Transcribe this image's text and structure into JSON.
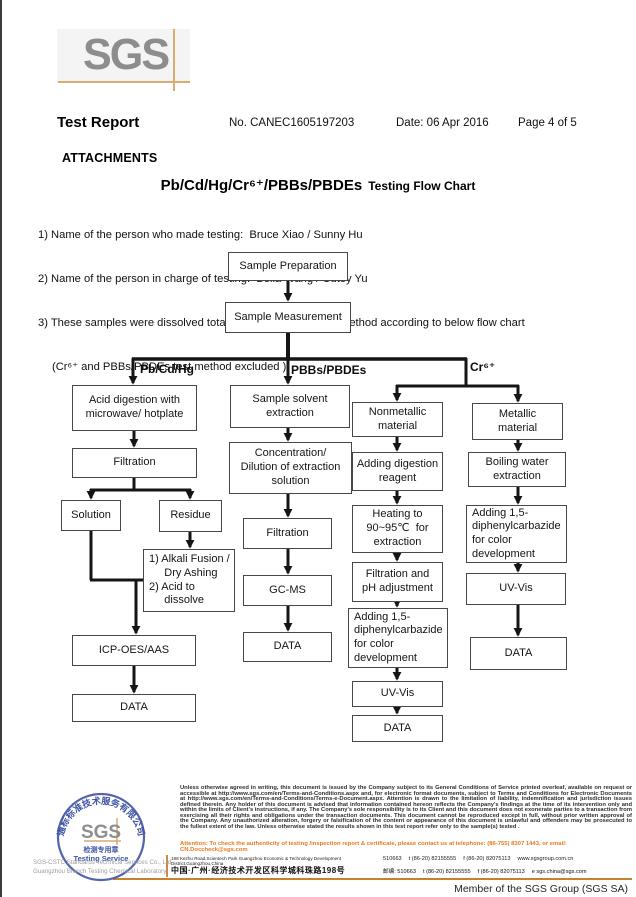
{
  "header": {
    "logo": "SGS",
    "title": "Test Report",
    "report_no": "No. CANEC1605197203",
    "date": "Date: 06 Apr 2016",
    "page": "Page 4 of 5"
  },
  "attachments": {
    "heading": "ATTACHMENTS",
    "flow_title": "Pb/Cd/Hg/Cr⁶⁺/PBBs/PBDEs",
    "flow_title_suffix": "Testing Flow Chart",
    "notes": [
      "1) Name of the person who made testing:  Bruce Xiao / Sunny Hu",
      "2) Name of the person in charge of testing:  Bella Wang / Cutey Yu",
      "3) These samples were dissolved totally by  pre-conditioning method according to below flow chart",
      "(Cr⁶⁺ and PBBs/PBDEs test method excluded )."
    ]
  },
  "flowchart": {
    "branches": {
      "pb_cd_hg": "Pb/Cd/Hg",
      "pbbs_pbdes": "PBBs/PBDEs",
      "cr6": "Cr⁶⁺"
    },
    "nodes": {
      "sample_preparation": "Sample Preparation",
      "sample_measurement": "Sample Measurement",
      "acid_digestion": "Acid digestion with\nmicrowave/ hotplate",
      "filtration1": "Filtration",
      "solution": "Solution",
      "residue": "Residue",
      "alkali_fusion": "1) Alkali Fusion /\n     Dry Ashing\n2) Acid to\n     dissolve",
      "icp": "ICP-OES/AAS",
      "data1": "DATA",
      "solvent_extraction": "Sample solvent\nextraction",
      "concentration": "Concentration/\nDilution of extraction\nsolution",
      "filtration2": "Filtration",
      "gcms": "GC-MS",
      "data2": "DATA",
      "nonmetallic": "Nonmetallic\nmaterial",
      "digestion_reagent": "Adding digestion\nreagent",
      "heating": "Heating to\n90~95℃  for\nextraction",
      "filtration_ph": "Filtration and\npH adjustment",
      "carbazide1": "Adding 1,5-\ndiphenylcarbazide\nfor color\ndevelopment",
      "uvvis1": "UV-Vis",
      "data3": "DATA",
      "metallic": "Metallic\nmaterial",
      "boiling_water": "Boiling water\nextraction",
      "carbazide2": "Adding 1,5-\ndiphenylcarbazide\nfor color\ndevelopment",
      "uvvis2": "UV-Vis",
      "data4": "DATA"
    }
  },
  "footer": {
    "stamp": {
      "arc_text": "通标标准技术服务有限公司",
      "logo": "SGS",
      "line1": "检测专用章",
      "line2": "Testing Service"
    },
    "company_line1": "SGS-CSTC Standards Technical Services Co., Ltd.",
    "company_line2": "Guangzhou Branch Testing Chemical Laboratory.",
    "legal": "Unless otherwise agreed in writing, this document is issued by the Company subject to its General Conditions of Service printed overleaf, available on request or accessible at http://www.sgs.com/en/Terms-and-Conditions.aspx and, for electronic format documents, subject to Terms and Conditions for Electronic Documents at http://www.sgs.com/en/Terms-and-Conditions/Terms-e-Document.aspx. Attention is drawn to the limitation of liability, indemnification and jurisdiction issues defined therein. Any holder of this document is advised that information contained hereon reflects the Company's findings at the time of its intervention only and within the limits of Client's instructions, if any. The Company's sole responsibility is to its Client and this document does not exonerate parties to a transaction from exercising all their rights and obligations under the transaction documents. This document cannot be reproduced except in full, without prior written approval of the Company. Any unauthorized alteration, forgery or falsification of the content or appearance of this document is unlawful and offenders may be prosecuted to the fullest extent of the law. Unless otherwise stated the results shown in this test report refer only to the sample(s) tested .",
    "attention": "Attention: To check the authenticity of testing /inspection report & certificate, please contact us at telephone: (86-755) 8307 1443, or email: CN.Doccheck@sgs.com",
    "address_en": "198 Kezhu Road,Scientech Park Guangzhou Economic & Technology Development District,Guangzhou,China",
    "address_en_post": "510663",
    "address_en_tel": "t (86-20) 82155555",
    "address_en_fax": "f (86-20) 82075113",
    "address_en_web": "www.sgsgroup.com.cn",
    "address_cn": "中国·广州·经济技术开发区科学城科珠路198号",
    "address_cn_post": "邮编: 510663",
    "address_cn_tel": "t (86-20) 82155555",
    "address_cn_fax": "f (86-20) 82075113",
    "address_cn_email": "e sgs.china@sgs.com",
    "member": "Member of the SGS Group (SGS SA)"
  }
}
